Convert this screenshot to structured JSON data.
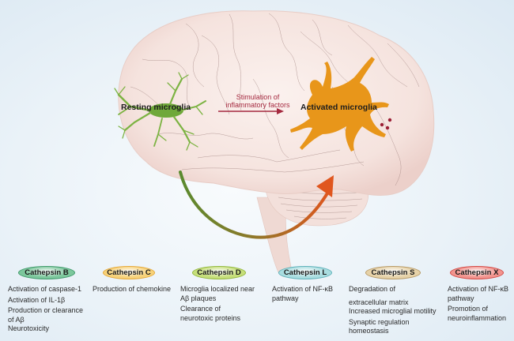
{
  "labels": {
    "resting": "Resting microglia",
    "activated": "Activated microglia",
    "stimulation_line1": "Stimulation of",
    "stimulation_line2": "inflammatory factors"
  },
  "colors": {
    "resting_cell": "#7cb342",
    "activated_cell": "#e8961a",
    "stim_arrow": "#a52a40",
    "curve_start": "#5a8a2e",
    "curve_end": "#e0561e",
    "brain_fill": "#f6e6e2",
    "dots": "#9b1f35"
  },
  "cathepsins": [
    {
      "name": "Cathepsin B",
      "fill": "#7cc79c",
      "border": "#3f9a6a",
      "lines": [
        "Activation of caspase-1",
        "Activation of IL-1β",
        "Production or clearance",
        "of Aβ",
        "Neurotoxicity"
      ]
    },
    {
      "name": "Cathepsin C",
      "fill": "#f7d27a",
      "border": "#e6a93a",
      "lines": [
        "Production of chemokine"
      ]
    },
    {
      "name": "Cathepsin D",
      "fill": "#c6df7a",
      "border": "#93b83e",
      "lines": [
        "Microglia localized near",
        "Aβ plaques",
        "Clearance of",
        "neurotoxic proteins"
      ]
    },
    {
      "name": "Cathepsin L",
      "fill": "#a9dde0",
      "border": "#5fb2ba",
      "lines": [
        "Activation of NF-κB",
        "pathway"
      ]
    },
    {
      "name": "Cathepsin S",
      "fill": "#e6d2a8",
      "border": "#b89a66",
      "lines": [
        "Degradation of",
        "extracellular matrix",
        "Increased microglial motility",
        "Synaptic regulation",
        "homeostasis"
      ]
    },
    {
      "name": "Cathepsin X",
      "fill": "#f2948e",
      "border": "#d44a45",
      "lines": [
        "Activation of NF-κB",
        "pathway",
        "Promotion of",
        "neuroinflammation"
      ]
    }
  ]
}
